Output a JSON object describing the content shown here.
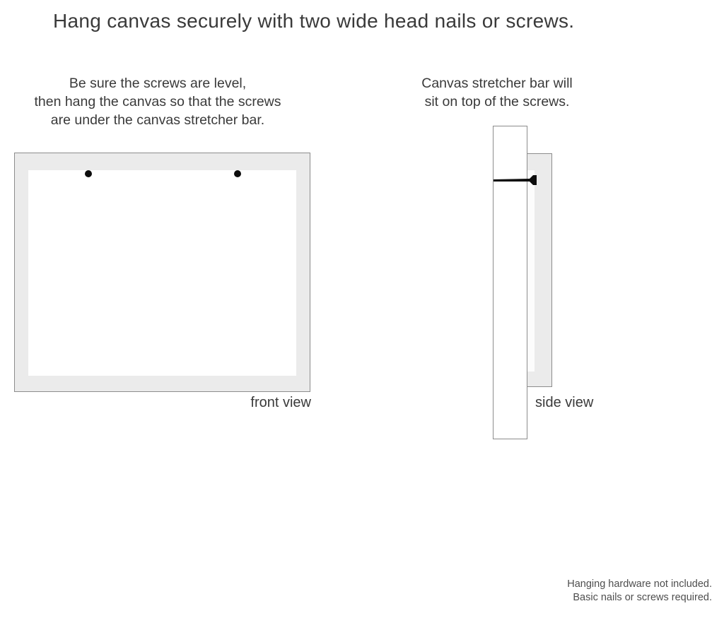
{
  "title": "Hang canvas securely with two wide head nails or screws.",
  "instructions": {
    "left": {
      "lines": [
        "Be sure the screws are level,",
        "then hang the canvas so that the screws",
        "are under the canvas stretcher bar."
      ]
    },
    "right": {
      "lines": [
        "Canvas stretcher bar will",
        "sit on top of the screws."
      ]
    }
  },
  "front_view": {
    "label": "front view",
    "nail_count": 2
  },
  "side_view": {
    "label": "side view"
  },
  "footer": {
    "lines": [
      "Hanging hardware not included.",
      "Basic nails or screws required."
    ]
  },
  "colors": {
    "canvas_fill": "#ebebeb",
    "border_col": "#8c8c8c",
    "text_col": "#3a3a3a",
    "muted_text_col": "#4e4e4e",
    "nail_col": "#0d0d0d"
  }
}
